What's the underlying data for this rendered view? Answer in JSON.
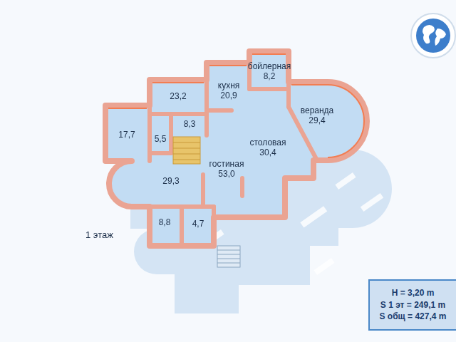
{
  "diagram": {
    "nodes": [
      {
        "text": [
          "бойлерная",
          "8,2"
        ]
      },
      {
        "text": [
          "кухня",
          "20,9"
        ]
      },
      {
        "text": [
          "23,2"
        ]
      },
      {
        "text": [
          "8,3"
        ]
      },
      {
        "text": [
          "веранда",
          "29,4"
        ]
      },
      {
        "text": [
          "17,7"
        ]
      },
      {
        "text": [
          "5,5"
        ]
      },
      {
        "text": [
          "столовая",
          "30,4"
        ]
      },
      {
        "text": [
          "гостиная",
          "53,0"
        ]
      },
      {
        "text": [
          "29,3"
        ]
      },
      {
        "text": [
          "8,8"
        ]
      },
      {
        "text": [
          "4,7"
        ]
      },
      {
        "text": [
          "H = 3,20 m",
          "S 1 эт = 249,1 m",
          "S общ = 427,4 m"
        ]
      }
    ],
    "labels": [
      "1 этаж"
    ]
  }
}
